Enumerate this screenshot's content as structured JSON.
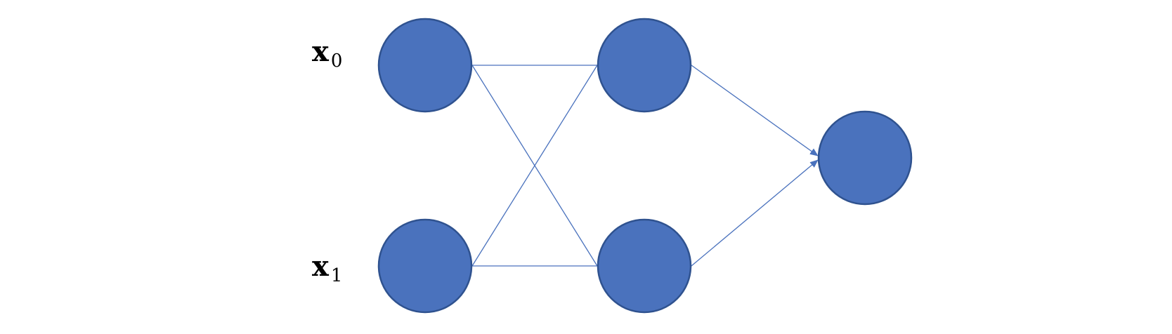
{
  "diagram": {
    "node_fill": "#4a72bd",
    "node_stroke": "#2f528f",
    "edge_color": "#4a72bd",
    "inputs": [
      {
        "base": "x",
        "sub": "0"
      },
      {
        "base": "x",
        "sub": "1"
      }
    ],
    "layers": [
      2,
      2,
      1
    ],
    "connections": "fully-connected",
    "output_arrows": true
  }
}
